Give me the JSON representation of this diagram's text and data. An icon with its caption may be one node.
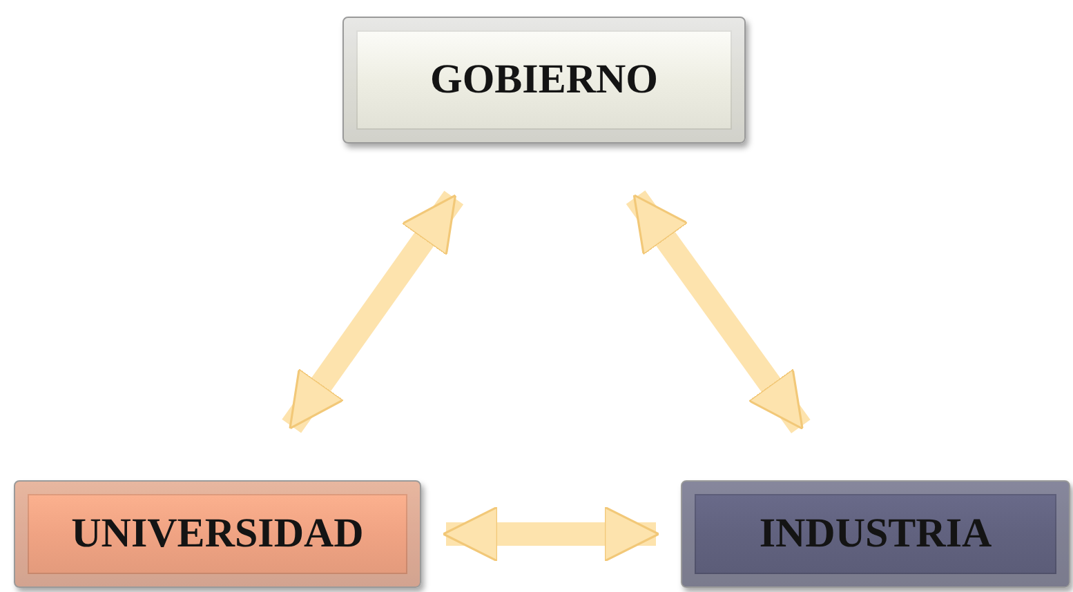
{
  "diagram": {
    "nodes": [
      {
        "text": [
          "GOBIERNO"
        ]
      },
      {
        "text": [
          "UNIVERSIDAD"
        ]
      },
      {
        "text": [
          "INDUSTRIA"
        ]
      }
    ],
    "edges": [
      {
        "from": 1,
        "to": 0,
        "arrow": "both"
      },
      {
        "from": 0,
        "to": 2,
        "arrow": "both"
      },
      {
        "from": 1,
        "to": 2,
        "arrow": "both"
      }
    ]
  }
}
